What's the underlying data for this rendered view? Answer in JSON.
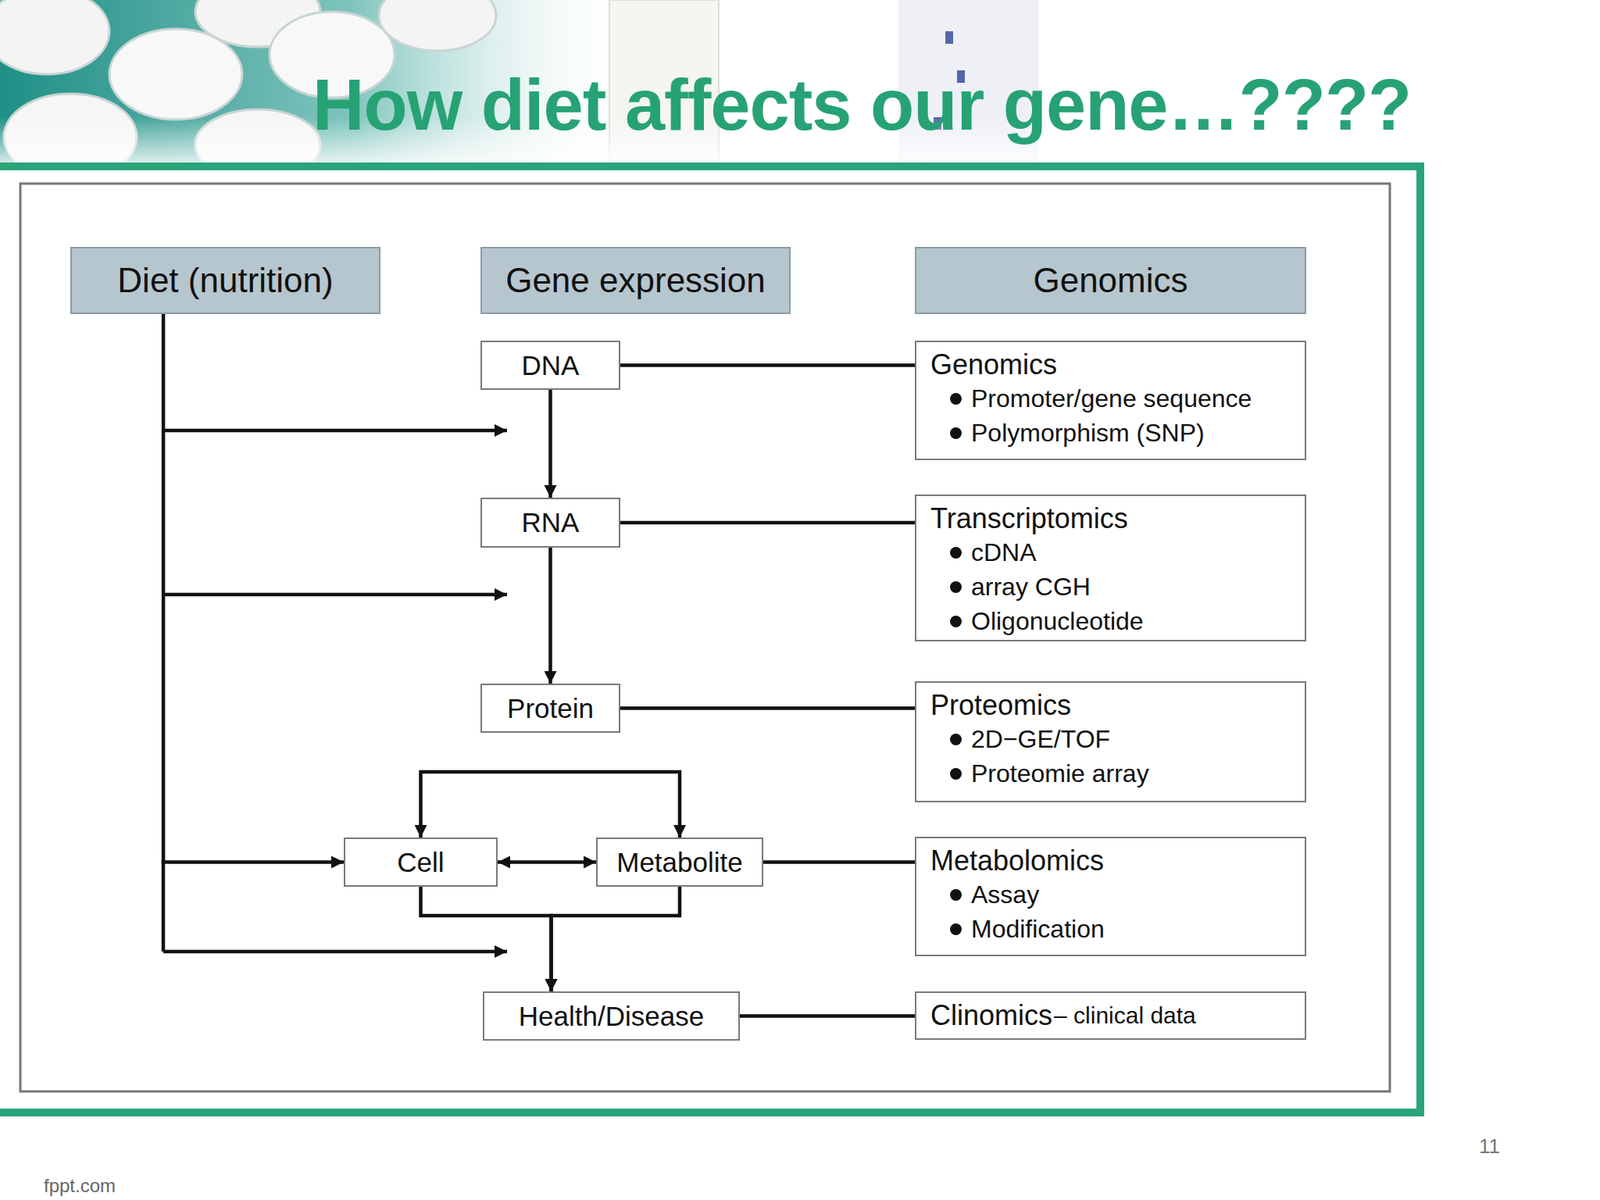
{
  "diagram": {
    "title": "How diet affects our gene…????",
    "nodes": [
      {
        "text": [
          "Diet (nutrition)"
        ]
      },
      {
        "text": [
          "Gene expression"
        ]
      },
      {
        "text": [
          "Genomics"
        ]
      },
      {
        "text": [
          "DNA"
        ]
      },
      {
        "text": [
          "Genomics",
          "Promoter/gene sequence",
          "Polymorphism (SNP)"
        ]
      },
      {
        "text": [
          "RNA"
        ]
      },
      {
        "text": [
          "Transcriptomics",
          "cDNA",
          "array CGH",
          "Oligonucleotide"
        ]
      },
      {
        "text": [
          "Protein"
        ]
      },
      {
        "text": [
          "Proteomics",
          "2D−GE/TOF",
          "Proteomie array"
        ]
      },
      {
        "text": [
          "Cell"
        ]
      },
      {
        "text": [
          "Metabolite"
        ]
      },
      {
        "text": [
          "Metabolomics",
          "Assay",
          "Modification"
        ]
      },
      {
        "text": [
          "Health/Disease"
        ]
      },
      {
        "text": [
          "Clinomics",
          "– clinical data"
        ]
      }
    ],
    "edges": [
      {
        "from": 3,
        "to": 4,
        "arrow": "none"
      },
      {
        "from": 5,
        "to": 6,
        "arrow": "none"
      },
      {
        "from": 7,
        "to": 8,
        "arrow": "none"
      },
      {
        "from": 10,
        "to": 11,
        "arrow": "none"
      },
      {
        "from": 12,
        "to": 13,
        "arrow": "none"
      },
      {
        "from": 3,
        "to": 5,
        "arrow": "to"
      },
      {
        "from": 5,
        "to": 7,
        "arrow": "to"
      },
      {
        "from": 9,
        "to": 10,
        "arrow": "both"
      },
      {
        "from": 9,
        "to": 10,
        "arrow": "both"
      },
      {
        "from": 9,
        "to": 12,
        "arrow": "to"
      },
      {
        "from": 10,
        "to": 12,
        "arrow": "to"
      },
      {
        "from": 0,
        "to": 9,
        "arrow": "to"
      }
    ],
    "labels": [
      "11",
      "fppt.com"
    ]
  }
}
